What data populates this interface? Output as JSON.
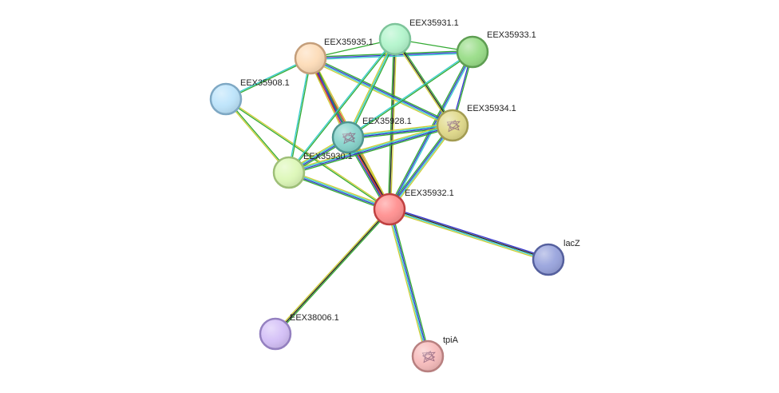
{
  "network": {
    "nodes": [
      {
        "id": "EEX35931.1",
        "label": "EEX35931.1",
        "fill": "#b3f5cc",
        "stroke": "#7dc49a",
        "structure": false
      },
      {
        "id": "EEX35933.1",
        "label": "EEX35933.1",
        "fill": "#99dd88",
        "stroke": "#5e9e52",
        "structure": false
      },
      {
        "id": "EEX35935.1",
        "label": "EEX35935.1",
        "fill": "#fddcb8",
        "stroke": "#c49e7a",
        "structure": false
      },
      {
        "id": "EEX35908.1",
        "label": "EEX35908.1",
        "fill": "#bde4fb",
        "stroke": "#7ea8c4",
        "structure": false
      },
      {
        "id": "EEX35934.1",
        "label": "EEX35934.1",
        "fill": "#e0d98a",
        "stroke": "#a39c52",
        "structure": true
      },
      {
        "id": "EEX35928.1",
        "label": "EEX35928.1",
        "fill": "#88d4cc",
        "stroke": "#4f9690",
        "structure": true
      },
      {
        "id": "EEX35930.1",
        "label": "EEX35930.1",
        "fill": "#ddf8b8",
        "stroke": "#9ebf78",
        "structure": false
      },
      {
        "id": "EEX35932.1",
        "label": "EEX35932.1",
        "fill": "#ff9090",
        "stroke": "#c04040",
        "structure": false
      },
      {
        "id": "lacZ",
        "label": "lacZ",
        "fill": "#99a4dd",
        "stroke": "#55609e",
        "structure": false
      },
      {
        "id": "EEX38006.1",
        "label": "EEX38006.1",
        "fill": "#d4c0f7",
        "stroke": "#9480c0",
        "structure": false
      },
      {
        "id": "tpiA",
        "label": "tpiA",
        "fill": "#f7bcbc",
        "stroke": "#b88080",
        "structure": true
      }
    ],
    "edges": [
      {
        "source": "EEX35932.1",
        "target": "EEX35931.1",
        "channels": [
          "#33aa33",
          "#222222",
          "#cccc33"
        ]
      },
      {
        "source": "EEX35932.1",
        "target": "EEX35933.1",
        "channels": [
          "#33aa33",
          "#3333cc",
          "#33cccc"
        ]
      },
      {
        "source": "EEX35932.1",
        "target": "EEX35935.1",
        "channels": [
          "#33aa33",
          "#3333cc",
          "#dd3333",
          "#cccc33"
        ]
      },
      {
        "source": "EEX35932.1",
        "target": "EEX35908.1",
        "channels": [
          "#33aa33",
          "#cccc33"
        ]
      },
      {
        "source": "EEX35932.1",
        "target": "EEX35934.1",
        "channels": [
          "#33aa33",
          "#3333cc",
          "#33cccc",
          "#cccc33"
        ]
      },
      {
        "source": "EEX35932.1",
        "target": "EEX35928.1",
        "channels": [
          "#33aa33",
          "#3333cc",
          "#dd3333",
          "#222222",
          "#cccc33"
        ]
      },
      {
        "source": "EEX35932.1",
        "target": "EEX35930.1",
        "channels": [
          "#33aa33",
          "#3333cc",
          "#33cccc",
          "#cccc33"
        ]
      },
      {
        "source": "EEX35932.1",
        "target": "lacZ",
        "channels": [
          "#3333cc",
          "#222222",
          "#33cccc",
          "#cccc33"
        ]
      },
      {
        "source": "EEX35932.1",
        "target": "EEX38006.1",
        "channels": [
          "#33aa33",
          "#222222",
          "#cccc33"
        ]
      },
      {
        "source": "EEX35932.1",
        "target": "tpiA",
        "channels": [
          "#33aa33",
          "#3333cc",
          "#33cccc",
          "#cccc33"
        ]
      },
      {
        "source": "EEX35935.1",
        "target": "EEX35931.1",
        "channels": [
          "#33aa33"
        ]
      },
      {
        "source": "EEX35935.1",
        "target": "EEX35933.1",
        "channels": [
          "#33aa33",
          "#3333cc",
          "#33cccc"
        ]
      },
      {
        "source": "EEX35935.1",
        "target": "EEX35908.1",
        "channels": [
          "#33aa33",
          "#33cccc"
        ]
      },
      {
        "source": "EEX35935.1",
        "target": "EEX35934.1",
        "channels": [
          "#33aa33",
          "#3333cc",
          "#33cccc",
          "#cccc33"
        ]
      },
      {
        "source": "EEX35935.1",
        "target": "EEX35928.1",
        "channels": [
          "#33aa33",
          "#3333cc",
          "#dd3333",
          "#cccc33"
        ]
      },
      {
        "source": "EEX35935.1",
        "target": "EEX35930.1",
        "channels": [
          "#33aa33",
          "#33cccc"
        ]
      },
      {
        "source": "EEX35931.1",
        "target": "EEX35933.1",
        "channels": [
          "#33aa33"
        ]
      },
      {
        "source": "EEX35931.1",
        "target": "EEX35934.1",
        "channels": [
          "#33aa33",
          "#222222",
          "#cccc33"
        ]
      },
      {
        "source": "EEX35931.1",
        "target": "EEX35928.1",
        "channels": [
          "#33aa33",
          "#33cccc",
          "#cccc33"
        ]
      },
      {
        "source": "EEX35931.1",
        "target": "EEX35930.1",
        "channels": [
          "#33aa33",
          "#33cccc"
        ]
      },
      {
        "source": "EEX35933.1",
        "target": "EEX35934.1",
        "channels": [
          "#33aa33",
          "#3333cc"
        ]
      },
      {
        "source": "EEX35933.1",
        "target": "EEX35928.1",
        "channels": [
          "#33aa33",
          "#33cccc"
        ]
      },
      {
        "source": "EEX35934.1",
        "target": "EEX35928.1",
        "channels": [
          "#33aa33",
          "#3333cc",
          "#33cccc",
          "#cccc33"
        ]
      },
      {
        "source": "EEX35934.1",
        "target": "EEX35930.1",
        "channels": [
          "#33aa33",
          "#3333cc",
          "#33cccc",
          "#cccc33"
        ]
      },
      {
        "source": "EEX35928.1",
        "target": "EEX35930.1",
        "channels": [
          "#33aa33",
          "#3333cc",
          "#33cccc",
          "#cccc33"
        ]
      },
      {
        "source": "EEX35908.1",
        "target": "EEX35930.1",
        "channels": [
          "#33aa33",
          "#cccc33"
        ]
      }
    ]
  }
}
